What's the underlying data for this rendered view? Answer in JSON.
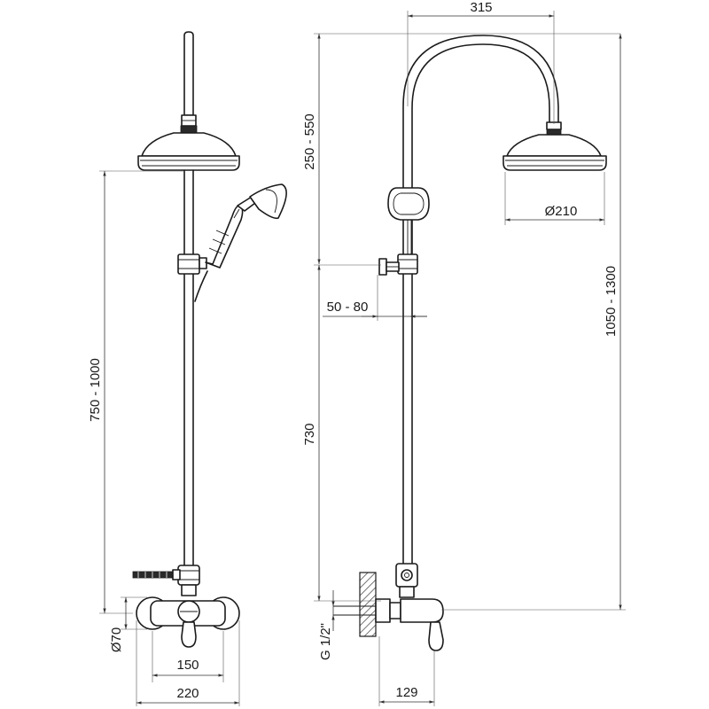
{
  "front_view": {
    "dim_height": "750 - 1000",
    "dim_diameter": "Ø70",
    "dim_spacing": "150",
    "dim_width": "220"
  },
  "side_view": {
    "dim_reach": "315",
    "dim_head_height": "250 - 550",
    "dim_head_diameter": "Ø210",
    "dim_wall_offset": "50 - 80",
    "dim_bracket_height": "730",
    "dim_total_height": "1050 - 1300",
    "dim_thread": "G 1/2\"",
    "dim_depth": "129"
  }
}
